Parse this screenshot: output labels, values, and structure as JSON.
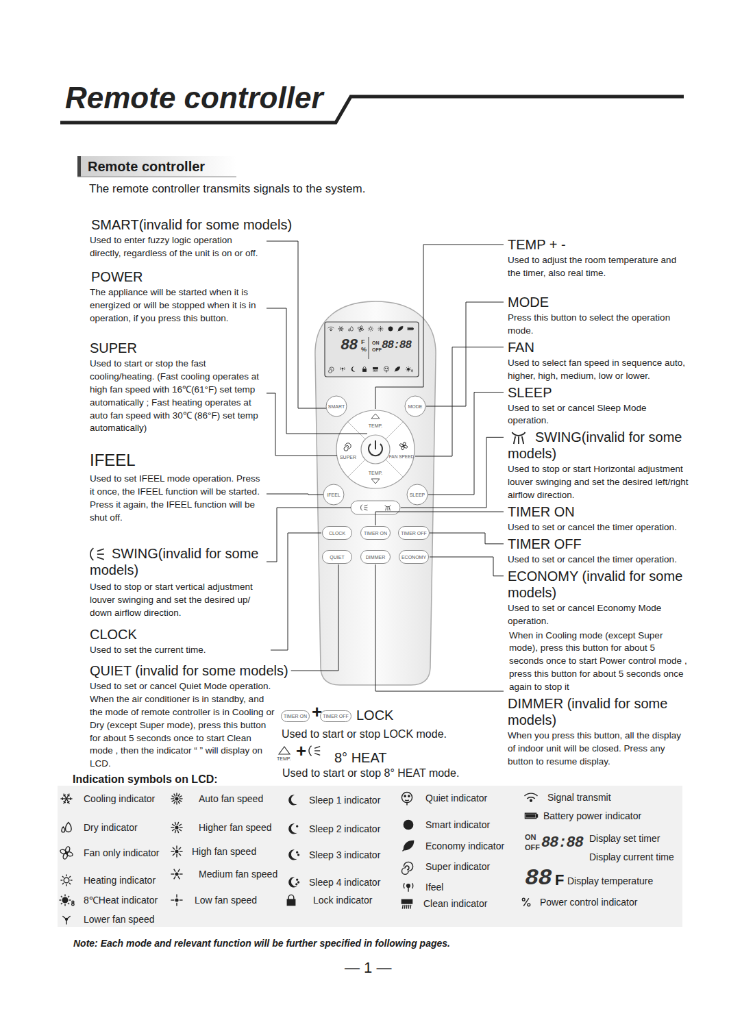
{
  "diagram": {
    "title": "Remote controller",
    "nodes": [
      {
        "text": [
          "SMART"
        ]
      },
      {
        "text": [
          "MODE"
        ]
      },
      {
        "text": [
          "TEMP."
        ]
      },
      {
        "text": [
          "SUPER"
        ]
      },
      {
        "text": [
          "FAN SPEED"
        ]
      },
      {
        "text": [
          "TEMP."
        ]
      },
      {
        "text": [
          "IFEEL"
        ]
      },
      {
        "text": [
          "SLEEP"
        ]
      },
      {
        "text": [
          "CLOCK"
        ]
      },
      {
        "text": [
          "TIMER ON"
        ]
      },
      {
        "text": [
          "TIMER OFF"
        ]
      },
      {
        "text": [
          "QUIET"
        ]
      },
      {
        "text": [
          "DIMMER"
        ]
      },
      {
        "text": [
          "ECONOMY"
        ]
      },
      {
        "text": [
          "TIMER ON"
        ]
      },
      {
        "text": [
          "TIMER OFF"
        ]
      }
    ],
    "labels": [
      "Remote controller",
      "The remote controller transmits signals to the system.",
      "SMART(invalid for some models)",
      "Used to enter fuzzy logic operation directly, regardless of the unit is on or off.",
      "POWER",
      "The appliance will be started when it is energized or will be stopped when it is in operation, if you press this button.",
      "SUPER",
      "Used to start or stop the fast cooling/heating. (Fast cooling operates at high fan speed with 16℃(61°F) set temp automatically ; Fast heating operates at auto fan speed with 30℃ (86°F) set temp automatically)",
      "IFEEL",
      "Used to set IFEEL mode operation. Press it once, the IFEEL function will be started. Press it again, the IFEEL function will be shut off.",
      "SWING(invalid for some models)",
      "Used to stop or start vertical adjustment louver swinging and set the desired up/ down airflow direction.",
      "CLOCK",
      "Used to set the current time.",
      "QUIET (invalid for some models)",
      "Used to set or cancel Quiet Mode operation. When the air conditioner is in standby, and the mode of remote controller is in Cooling or Dry (except Super mode), press this button for about 5 seconds once to start Clean mode , then the indicator “ ” will display on LCD.",
      "TEMP + -",
      "Used to adjust the room temperature and the timer, also real time.",
      "MODE",
      "Press this button to select the operation mode.",
      "FAN",
      "Used to select fan speed in sequence auto, higher, high, medium, low or lower.",
      "SLEEP",
      "Used to set or cancel Sleep Mode operation.",
      "SWING(invalid for some models)",
      "Used to stop or start Horizontal adjustment louver swinging and set the desired left/right airflow direction.",
      "TIMER ON",
      "Used to set or cancel the timer operation.",
      "TIMER OFF",
      "Used to set or cancel the timer operation.",
      "ECONOMY (invalid for some models)",
      "Used to set or cancel Economy Mode operation.",
      "When in Cooling mode (except Super mode), press this button for about 5 seconds once to start Power control mode , press this button for about 5 seconds once again to stop it",
      "DIMMER (invalid for some models)",
      "When you press this button, all the display of indoor unit will be closed. Press any button to resume display.",
      "+",
      "LOCK",
      "Used to start or stop LOCK mode.",
      "+",
      "8° HEAT",
      "Used to start or stop 8° HEAT mode.",
      "Indication symbols on LCD:",
      "Note: Each mode and relevant function will be further specified in following pages.",
      "— 1 —",
      "88",
      "F",
      "%",
      "ON",
      "OFF",
      "88:88",
      "ON",
      "OFF",
      "88:88",
      "88",
      "F",
      "TEMP."
    ],
    "legend": [
      {
        "text": "Cooling indicator"
      },
      {
        "text": "Dry indicator"
      },
      {
        "text": "Fan only indicator"
      },
      {
        "text": "Heating indicator"
      },
      {
        "text": "8℃Heat indicator"
      },
      {
        "text": "Lower fan speed"
      },
      {
        "text": "Auto fan speed"
      },
      {
        "text": "Higher fan speed"
      },
      {
        "text": "High fan speed"
      },
      {
        "text": "Medium fan speed"
      },
      {
        "text": "Low fan speed"
      },
      {
        "text": "Sleep 1 indicator"
      },
      {
        "text": "Sleep 2 indicator"
      },
      {
        "text": "Sleep 3 indicator"
      },
      {
        "text": "Sleep 4 indicator"
      },
      {
        "text": "Lock indicator"
      },
      {
        "text": "Quiet indicator"
      },
      {
        "text": "Smart indicator"
      },
      {
        "text": "Economy indicator"
      },
      {
        "text": "Super indicator"
      },
      {
        "text": "Ifeel"
      },
      {
        "text": "Clean indicator"
      },
      {
        "text": "Signal transmit"
      },
      {
        "text": "Battery power indicator"
      },
      {
        "text": "Display set timer"
      },
      {
        "text": "Display current time"
      },
      {
        "text": "Display temperature"
      },
      {
        "text": "Power control indicator"
      }
    ]
  }
}
